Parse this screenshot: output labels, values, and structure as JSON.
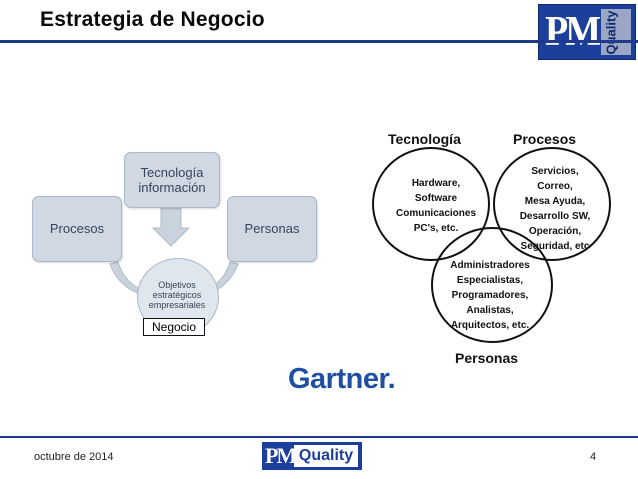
{
  "header": {
    "title": "Estrategia de Negocio"
  },
  "logo": {
    "pm": "PM",
    "quality": "Quality"
  },
  "left_diagram": {
    "top_box": "Tecnología información",
    "left_box": "Procesos",
    "right_box": "Personas",
    "center_circle": "Objetivos estratégicos empresariales",
    "center_label": "Negocio"
  },
  "venn": {
    "labels": {
      "tecnologia": "Tecnología",
      "procesos": "Procesos",
      "personas": "Personas"
    },
    "tecnologia_items": [
      "Hardware,",
      "Software",
      "Comunicaciones",
      "PC's, etc."
    ],
    "procesos_items": [
      "Servicios,",
      "Correo,",
      "Mesa Ayuda,",
      "Desarrollo SW,",
      "Operación,",
      "Seguridad, etc"
    ],
    "personas_items": [
      "Administradores",
      "Especialistas,",
      "Programadores,",
      "Analistas,",
      "Arquitectos, etc."
    ]
  },
  "source_logo": "Gartner.",
  "footer": {
    "date": "octubre de 2014",
    "page": "4"
  }
}
